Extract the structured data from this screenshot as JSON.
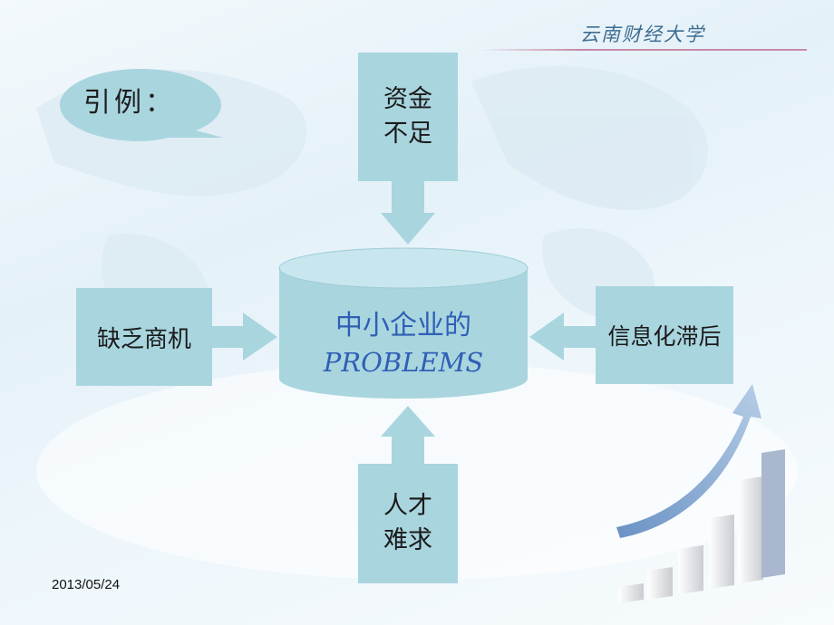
{
  "header": {
    "university": "云南财经大学"
  },
  "bubble": {
    "text": "引例："
  },
  "center": {
    "line1": "中小企业的",
    "line2": "PROBLEMS"
  },
  "causes": {
    "top": {
      "line1": "资金",
      "line2": "不足"
    },
    "bottom": {
      "line1": "人才",
      "line2": "难求"
    },
    "left": {
      "text": "缺乏商机"
    },
    "right": {
      "text": "信息化滞后"
    }
  },
  "footer": {
    "date": "2013/05/24"
  },
  "colors": {
    "box_fill": "#a9d5df",
    "arrow_fill": "#a9d5df",
    "center_text": "#2f5fb5",
    "header_text": "#3f6d92"
  },
  "icons": {
    "decoration": "growth-chart-icon"
  }
}
